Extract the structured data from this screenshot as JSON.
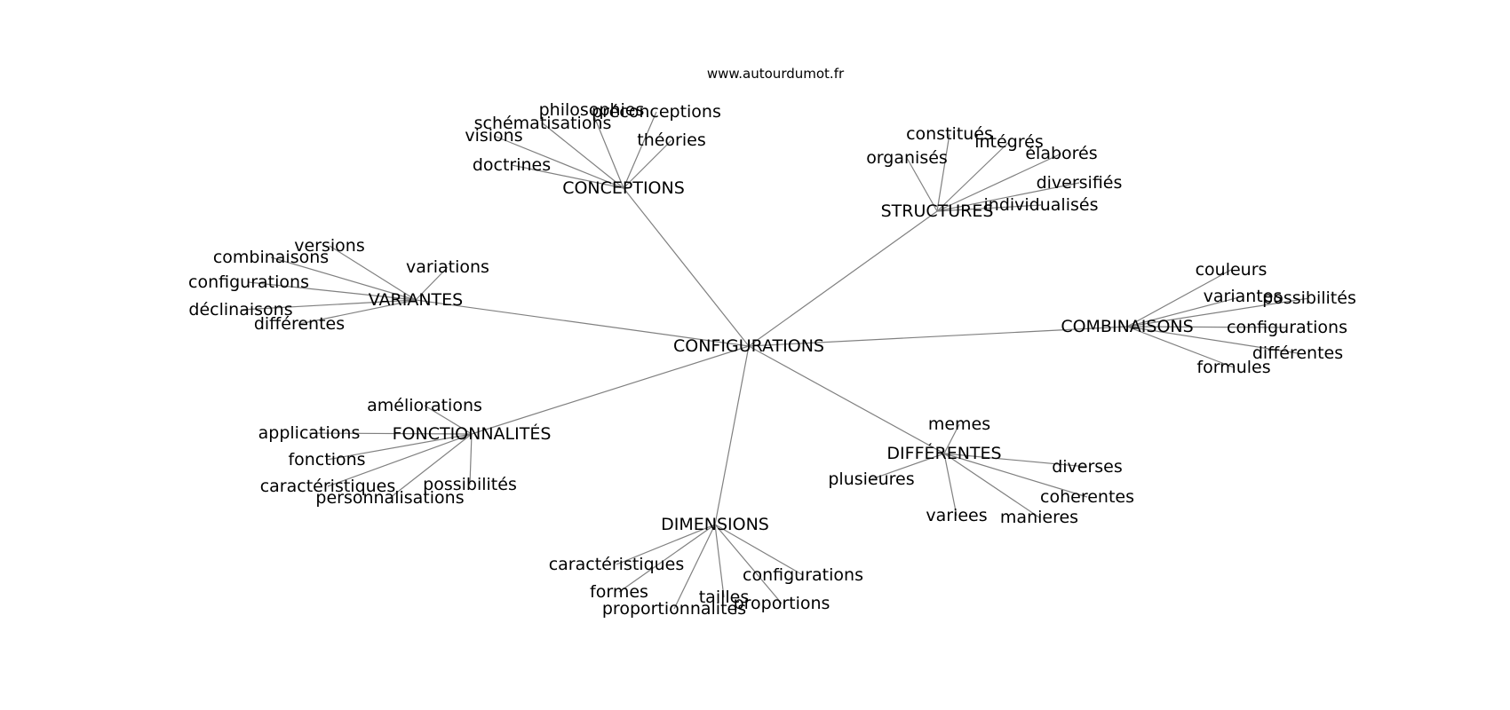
{
  "site": "www.autourdumot.fr",
  "graph": {
    "center": "CONFIGURATIONS",
    "clusters": [
      {
        "hub": "CONCEPTIONS",
        "leaves": [
          "philosophies",
          "préconceptions",
          "schématisations",
          "visions",
          "théories",
          "doctrines"
        ]
      },
      {
        "hub": "STRUCTURES",
        "leaves": [
          "constitués",
          "intégrés",
          "organisés",
          "élaborés",
          "diversifiés",
          "individualisés"
        ]
      },
      {
        "hub": "VARIANTES",
        "leaves": [
          "versions",
          "combinaisons",
          "variations",
          "configurations",
          "déclinaisons",
          "différentes"
        ]
      },
      {
        "hub": "COMBINAISONS",
        "leaves": [
          "couleurs",
          "variantes",
          "possibilités",
          "configurations",
          "différentes",
          "formules"
        ]
      },
      {
        "hub": "FONCTIONNALITÉS",
        "leaves": [
          "améliorations",
          "applications",
          "fonctions",
          "caractéristiques",
          "possibilités",
          "personnalisations"
        ]
      },
      {
        "hub": "DIFFÉRENTES",
        "leaves": [
          "memes",
          "plusieures",
          "diverses",
          "coherentes",
          "variees",
          "manieres"
        ]
      },
      {
        "hub": "DIMENSIONS",
        "leaves": [
          "caractéristiques",
          "configurations",
          "formes",
          "tailles",
          "proportions",
          "proportionnalites"
        ]
      }
    ]
  }
}
